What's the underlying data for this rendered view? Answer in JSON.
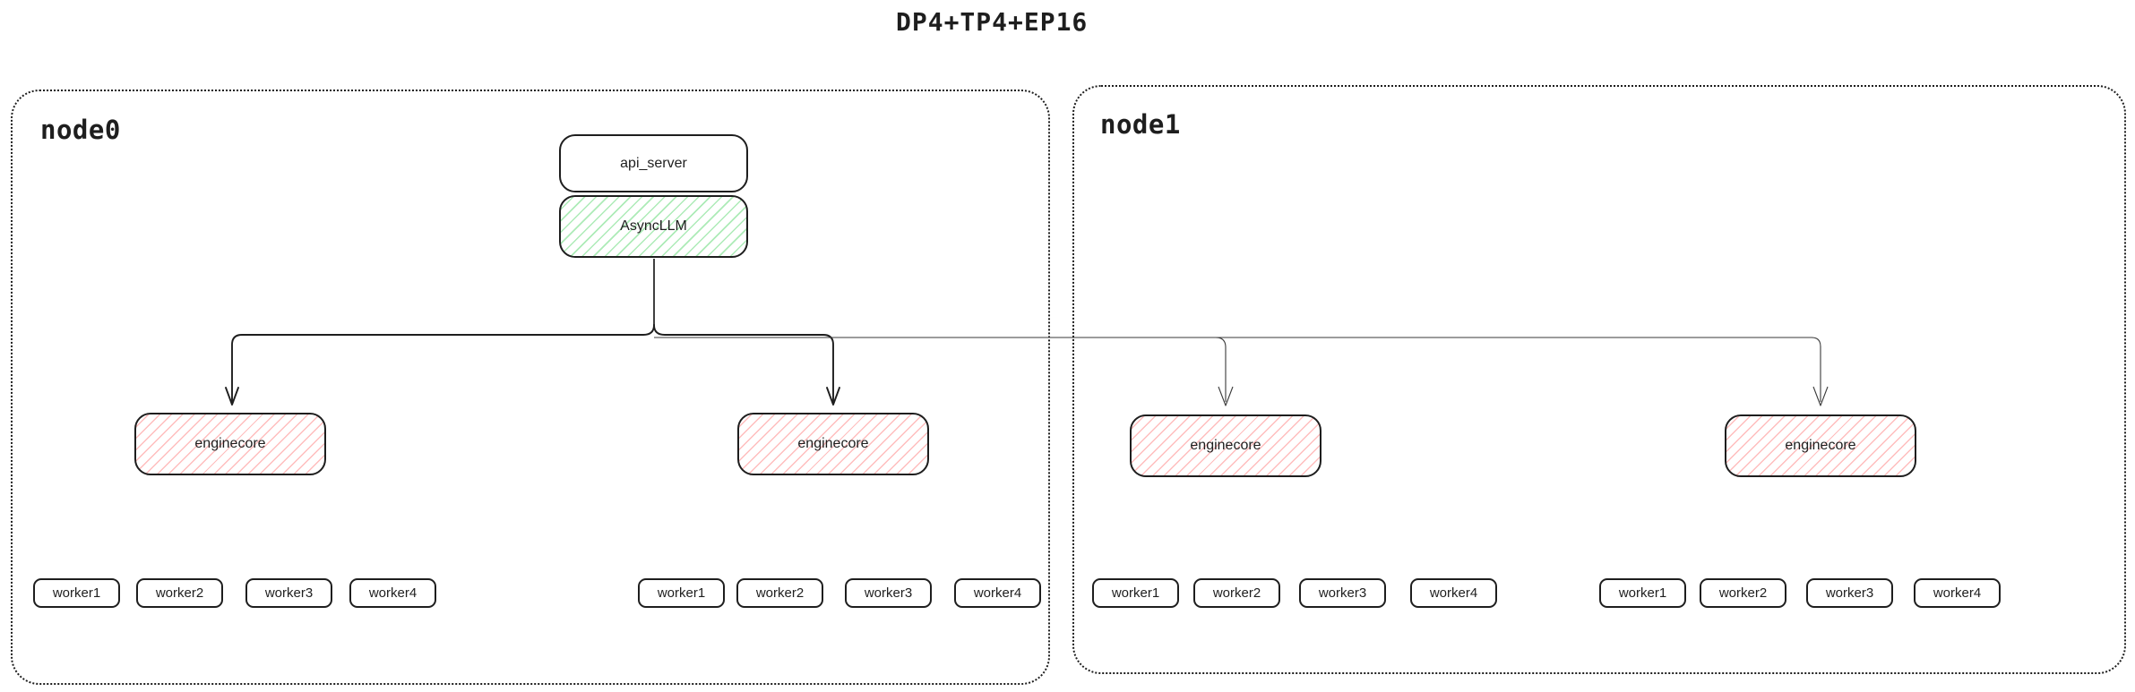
{
  "title": "DP4+TP4+EP16",
  "colors": {
    "stroke": "#1e1e1e",
    "green_hatch": "#69db7c",
    "red_hatch": "#ff8787",
    "background": "#ffffff"
  },
  "nodes": [
    {
      "label": "node0",
      "api_server_label": "api_server",
      "asyncllm_label": "AsyncLLM",
      "clusters": [
        {
          "enginecore_label": "enginecore",
          "workers": [
            "worker1",
            "worker2",
            "worker3",
            "worker4"
          ]
        },
        {
          "enginecore_label": "enginecore",
          "workers": [
            "worker1",
            "worker2",
            "worker3",
            "worker4"
          ]
        }
      ]
    },
    {
      "label": "node1",
      "clusters": [
        {
          "enginecore_label": "enginecore",
          "workers": [
            "worker1",
            "worker2",
            "worker3",
            "worker4"
          ]
        },
        {
          "enginecore_label": "enginecore",
          "workers": [
            "worker1",
            "worker2",
            "worker3",
            "worker4"
          ]
        }
      ]
    }
  ]
}
